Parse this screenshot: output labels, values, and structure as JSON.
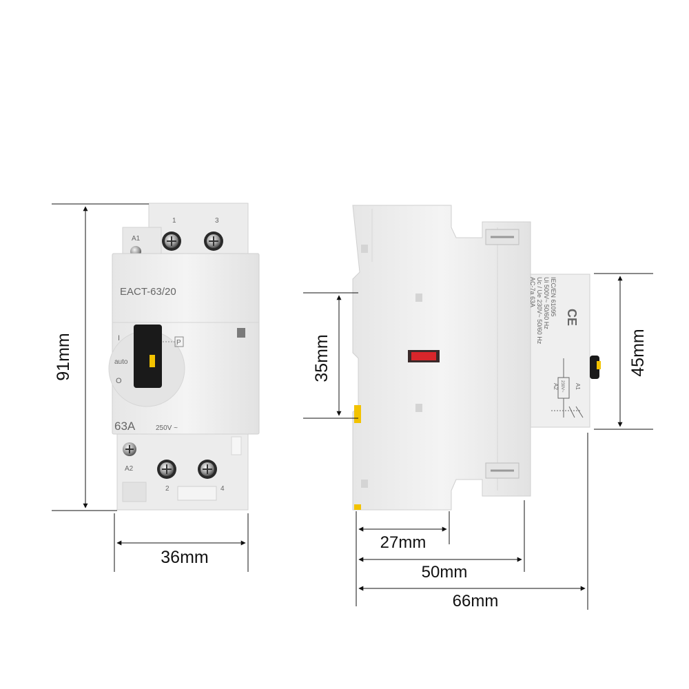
{
  "front_view": {
    "model_label": "EACT-63/20",
    "terminal_top_1": "1",
    "terminal_top_3": "3",
    "terminal_a1": "A1",
    "terminal_a2": "A2",
    "terminal_bottom_2": "2",
    "terminal_bottom_4": "4",
    "switch_pos_on": "I",
    "switch_pos_auto": "auto",
    "switch_pos_off": "O",
    "switch_lock_mark": "P",
    "current_rating": "63A",
    "voltage_rating": "250V ~"
  },
  "side_view": {
    "spec_lines": [
      "IEC/EN 61095",
      "Ui 500V~ 50/60 Hz",
      "Uc / Ue 230V~ 50/60 Hz",
      "AC-7a 63A"
    ],
    "ce_mark": "CE",
    "schematic_a1": "A1",
    "schematic_a2": "A2",
    "schematic_coil": "230V~"
  },
  "dimensions": {
    "height_front": "91mm",
    "width_front": "36mm",
    "height_window": "35mm",
    "height_cover": "45mm",
    "depth_rail": "27mm",
    "depth_body": "50mm",
    "depth_total": "66mm"
  },
  "colors": {
    "body": "#eeeeee",
    "body_edge": "#cfcfcf",
    "handle": "#1a1a1a",
    "indicator_red": "#d8262b",
    "latch_yellow": "#f2c200",
    "dim_line": "#111111"
  }
}
